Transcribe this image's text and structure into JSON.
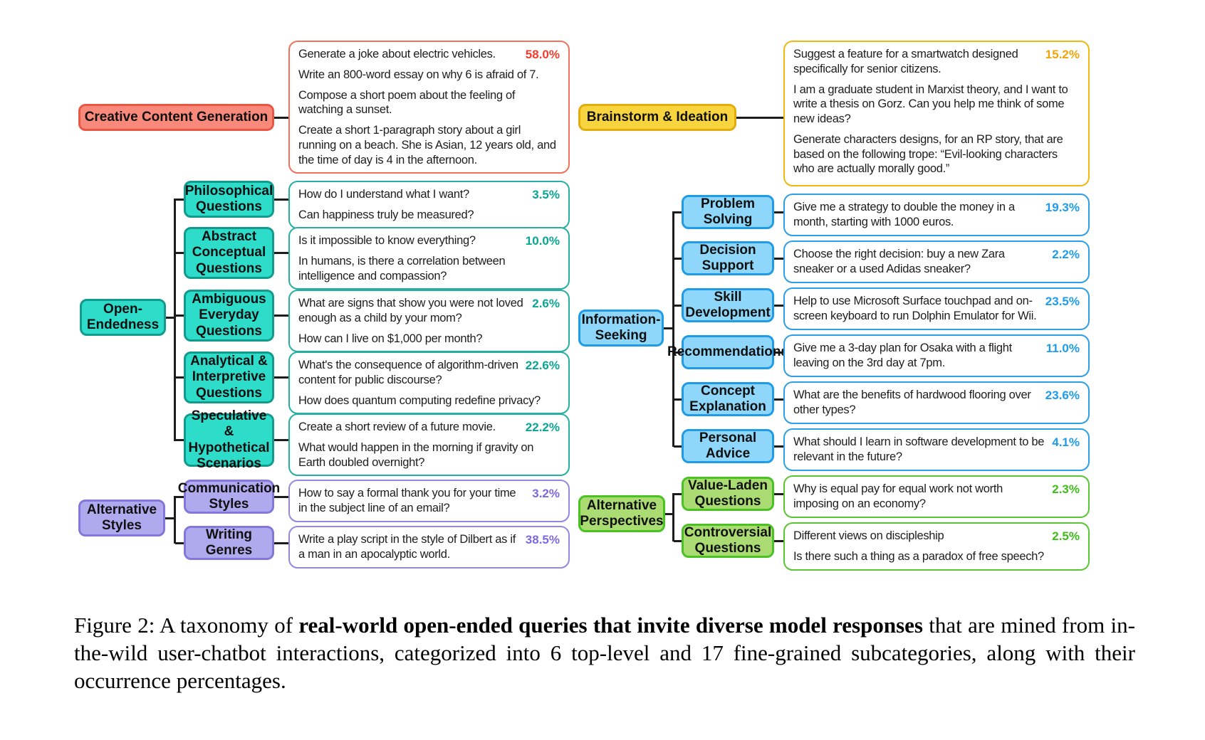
{
  "colors": {
    "red_fill": "#F9897B",
    "red_border": "#E95744",
    "red_percent": "#F23B28",
    "teal_fill": "#2EDCCA",
    "teal_border": "#129B8D",
    "teal_percent": "#0AA593",
    "yellow_fill": "#F8D53E",
    "yellow_border": "#E3AC0E",
    "yellow_percent": "#F0A50A",
    "blue_fill": "#8FD7FA",
    "blue_border": "#1E9CE9",
    "blue_percent": "#1E9CE9",
    "purple_fill": "#AFA9EE",
    "purple_border": "#8377DC",
    "purple_percent": "#7B6ADF",
    "green_fill": "#ABDC73",
    "green_border": "#49C321",
    "green_percent": "#3EBD19"
  },
  "taxonomy": [
    {
      "label": "Creative Content Generation",
      "color": "red",
      "percent": "58.0%",
      "examples": [
        "Generate a joke about electric vehicles.",
        "Write an 800-word essay on why 6 is afraid of 7.",
        "Compose a short poem about the feeling of watching a sunset.",
        "Create a short 1-paragraph story about a girl running on a beach. She is Asian, 12 years old, and the time of day is 4 in the afternoon."
      ]
    },
    {
      "label": "Open-Endedness",
      "color": "teal",
      "children": [
        {
          "label": "Philosophical Questions",
          "percent": "3.5%",
          "examples": [
            "How do I understand what I want?",
            "Can happiness truly be measured?"
          ]
        },
        {
          "label": "Abstract Conceptual Questions",
          "percent": "10.0%",
          "examples": [
            "Is it impossible to know everything?",
            "In humans, is there a correlation between intelligence and compassion?"
          ]
        },
        {
          "label": "Ambiguous Everyday Questions",
          "percent": "2.6%",
          "examples": [
            "What are signs that show you were not loved enough as a child by your mom?",
            "How can I live on $1,000 per month?"
          ]
        },
        {
          "label": "Analytical & Interpretive Questions",
          "percent": "22.6%",
          "examples": [
            "What's the consequence of algorithm-driven content for public discourse?",
            "How does quantum computing redefine privacy?"
          ]
        },
        {
          "label": "Speculative & Hypothetical Scenarios",
          "percent": "22.2%",
          "examples": [
            "Create a short review of a future movie.",
            "What would happen in the morning if gravity on Earth doubled overnight?"
          ]
        }
      ]
    },
    {
      "label": "Alternative Styles",
      "color": "purple",
      "children": [
        {
          "label": "Communication Styles",
          "percent": "3.2%",
          "examples": [
            "How to say a formal thank you for your time in the subject line of an email?"
          ]
        },
        {
          "label": "Writing Genres",
          "percent": "38.5%",
          "examples": [
            "Write a play script in the style of Dilbert as if a man in an apocalyptic world."
          ]
        }
      ]
    },
    {
      "label": "Brainstorm & Ideation",
      "color": "yellow",
      "percent": "15.2%",
      "examples": [
        "Suggest a feature for a smartwatch designed specifically for senior citizens.",
        "I am a graduate student in Marxist theory, and I want to write a thesis on Gorz. Can you help me think of some new ideas?",
        "Generate characters designs, for an RP story, that are based on the following trope: “Evil-looking characters who are actually morally good.”"
      ]
    },
    {
      "label": "Information-Seeking",
      "color": "blue",
      "children": [
        {
          "label": "Problem Solving",
          "percent": "19.3%",
          "examples": [
            "Give me a strategy to double the money in a month, starting with 1000 euros."
          ]
        },
        {
          "label": "Decision Support",
          "percent": "2.2%",
          "examples": [
            "Choose the right decision: buy a new Zara sneaker or a used Adidas sneaker?"
          ]
        },
        {
          "label": "Skill Development",
          "percent": "23.5%",
          "examples": [
            "Help to use Microsoft Surface touchpad and on-screen keyboard to run Dolphin Emulator for Wii."
          ]
        },
        {
          "label": "Recommendations",
          "percent": "11.0%",
          "examples": [
            "Give me a 3-day plan for Osaka with a flight leaving on the 3rd day at 7pm."
          ]
        },
        {
          "label": "Concept Explanation",
          "percent": "23.6%",
          "examples": [
            "What are the benefits of hardwood flooring over other types?"
          ]
        },
        {
          "label": "Personal Advice",
          "percent": "4.1%",
          "examples": [
            "What should I learn in software development to be relevant in the future?"
          ]
        }
      ]
    },
    {
      "label": "Alternative Perspectives",
      "color": "green",
      "children": [
        {
          "label": "Value-Laden Questions",
          "percent": "2.3%",
          "examples": [
            "Why is equal pay for equal work not worth imposing on an economy?"
          ]
        },
        {
          "label": "Controversial Questions",
          "percent": "2.5%",
          "examples": [
            "Different views on discipleship",
            "Is there such a thing as a paradox of free speech?"
          ]
        }
      ]
    }
  ],
  "caption": {
    "figure_label": "Figure 2:",
    "text_before_bold": "A taxonomy of",
    "bold_text": "real-world open-ended queries that invite diverse model responses",
    "text_after_bold": "that are mined from in-the-wild user-chatbot interactions, categorized into 6 top-level and 17 fine-grained subcategories, along with their occurrence percentages."
  }
}
